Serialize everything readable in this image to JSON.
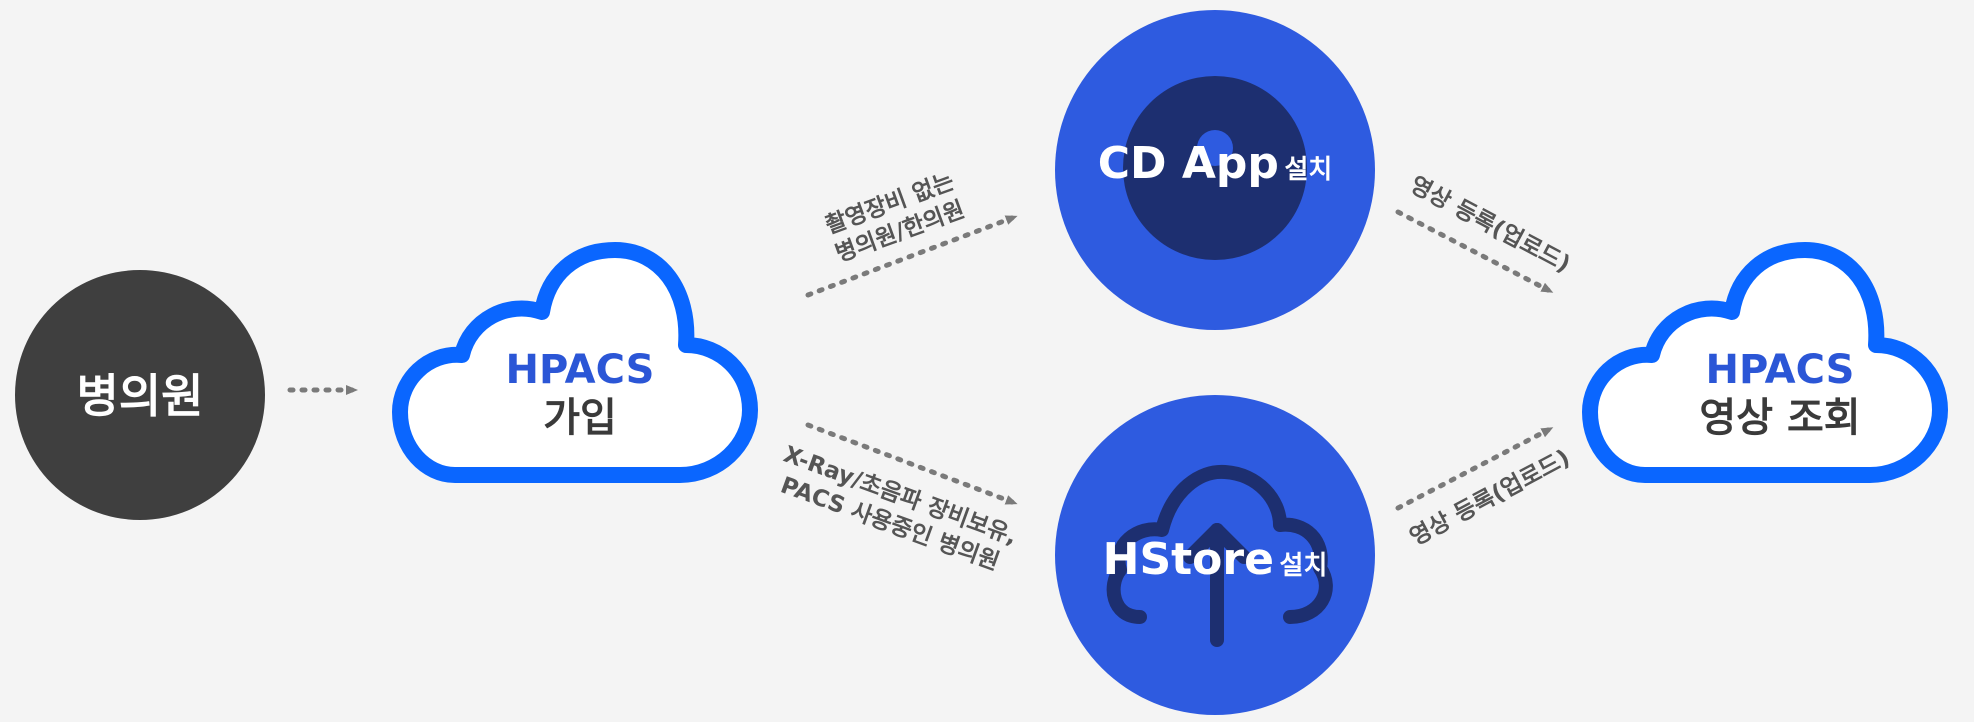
{
  "colors": {
    "background": "#f4f4f4",
    "hospital_circle": "#3f3f3f",
    "cloud_stroke": "#0a66ff",
    "cloud_title": "#2b56d6",
    "cloud_text": "#3a3a3a",
    "install_circle": "#2e5be0",
    "install_inner": "#1d2f70",
    "arrow": "#7a7a7a",
    "label": "#555555"
  },
  "nodes": {
    "hospital": {
      "label": "병의원"
    },
    "signup": {
      "title": "HPACS",
      "subtitle": "가입"
    },
    "cd_app": {
      "main": "CD App",
      "suffix": "설치",
      "icon": "cd-disc-icon"
    },
    "hstore": {
      "main": "HStore",
      "suffix": "설치",
      "icon": "cloud-upload-icon"
    },
    "view": {
      "title": "HPACS",
      "subtitle": "영상 조회"
    }
  },
  "edges": {
    "to_cd_line1": "촬영장비 없는",
    "to_cd_line2": "병의원/한의원",
    "to_hstore_line1": "X-Ray/초음파 장비보유,",
    "to_hstore_line2": "PACS 사용중인 병의원",
    "cd_to_view": "영상 등록(업로드)",
    "hstore_to_view": "영상 등록(업로드)"
  }
}
